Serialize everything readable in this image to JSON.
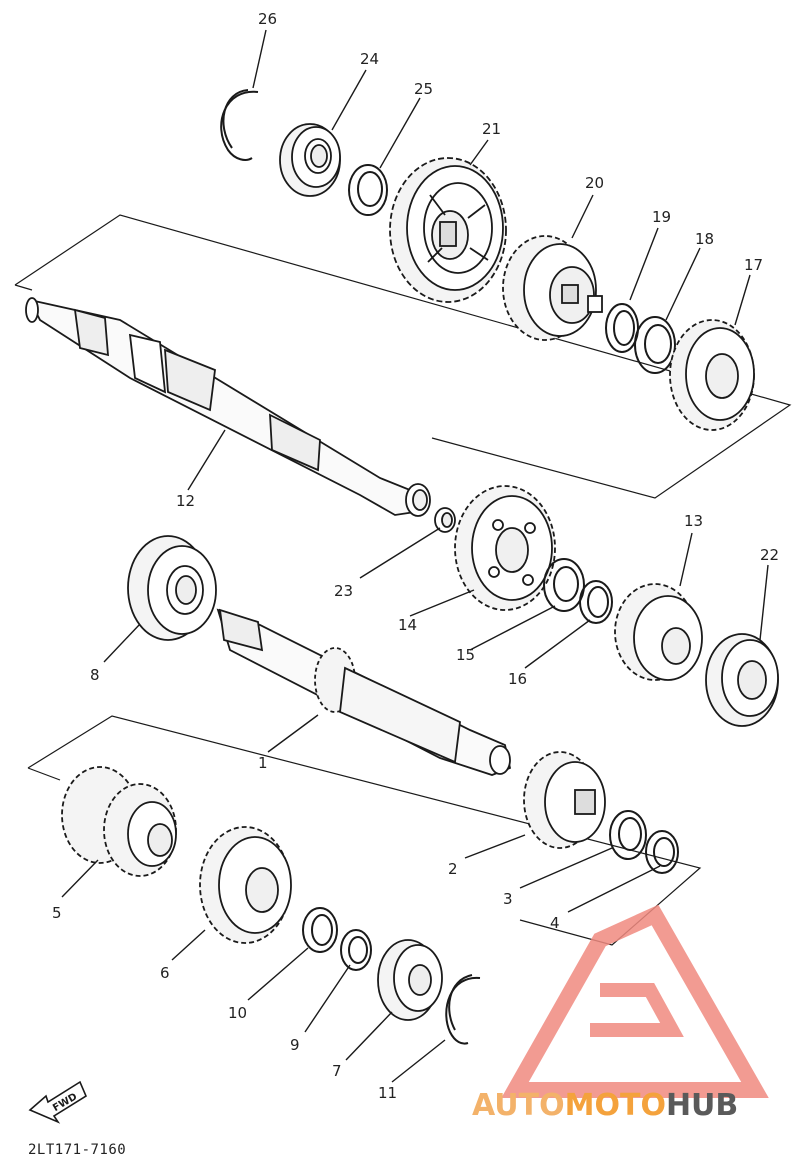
{
  "diagram": {
    "part_numbers": [
      "1",
      "2",
      "3",
      "4",
      "5",
      "6",
      "7",
      "8",
      "9",
      "10",
      "11",
      "12",
      "13",
      "14",
      "15",
      "16",
      "17",
      "18",
      "19",
      "20",
      "21",
      "22",
      "23",
      "24",
      "25",
      "26"
    ],
    "fwd_label": "FWD",
    "drawing_code": "2LT171-7160"
  },
  "watermark": {
    "brand_part1": "AUTO",
    "brand_part2": "MOTO",
    "brand_part3": "HUB",
    "colors": {
      "logo_red": "#f08a80",
      "auto": "#f3b26a",
      "moto": "#f4a23c",
      "hub": "#5a5a5a"
    }
  },
  "colors": {
    "line": "#1a1a1a",
    "background": "#ffffff"
  }
}
